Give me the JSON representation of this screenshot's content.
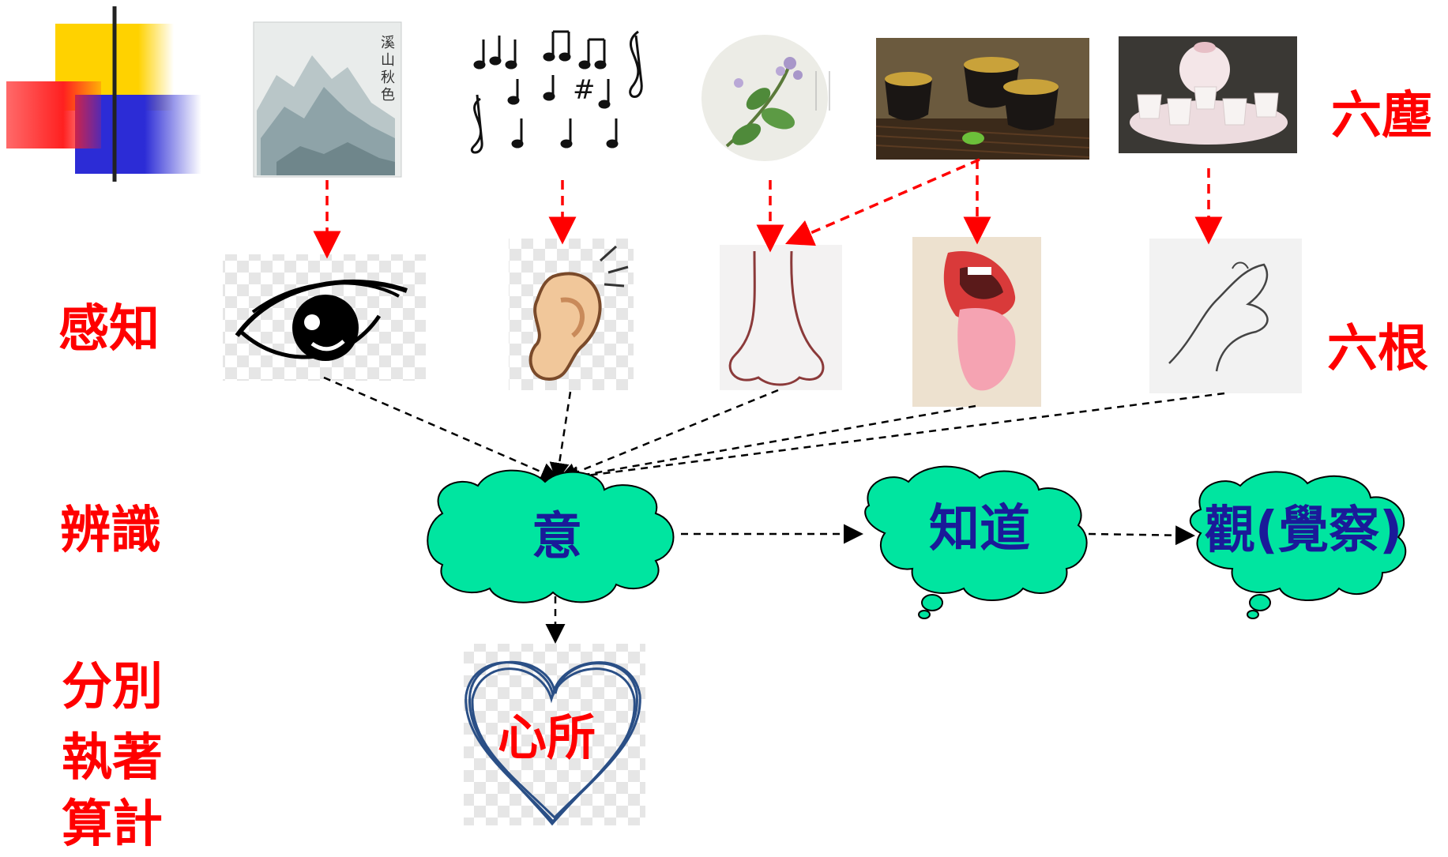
{
  "labels": {
    "six_dust": "六塵",
    "six_roots": "六根",
    "perception": "感知",
    "discern": "辨識",
    "discriminate_lines": [
      "分別",
      "執著",
      "算計"
    ]
  },
  "clouds": {
    "mind": "意",
    "know": "知道",
    "observe": "觀(覺察)"
  },
  "heart": {
    "text": "心所"
  },
  "painting": {
    "inscription": "溪山秋色"
  },
  "dust_objects": [
    "landscape-painting",
    "music-notes",
    "herb-with-flowers",
    "tea-cups",
    "tea-set"
  ],
  "sense_organs": [
    "eye",
    "ear",
    "nose",
    "mouth-tongue",
    "hand"
  ],
  "colors": {
    "label_red": "#ff0000",
    "cloud_fill": "#00e5a0",
    "cloud_text": "#1a1a99",
    "heart_stroke": "#2a4f86",
    "arrow_red": "#ff0000",
    "arrow_black": "#000000"
  }
}
